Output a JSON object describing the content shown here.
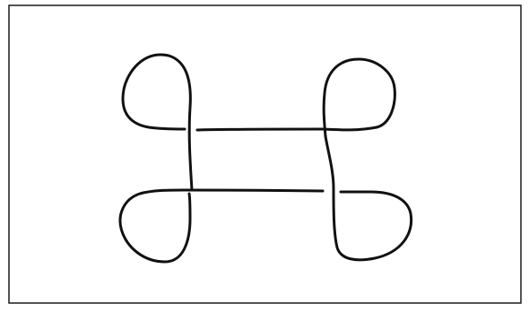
{
  "figure": {
    "kind": "knot-diagram",
    "stroke_color": "#111111",
    "frame_color": "#1a1a1a",
    "background_color": "#ffffff",
    "components": 1,
    "crossings": 4
  }
}
